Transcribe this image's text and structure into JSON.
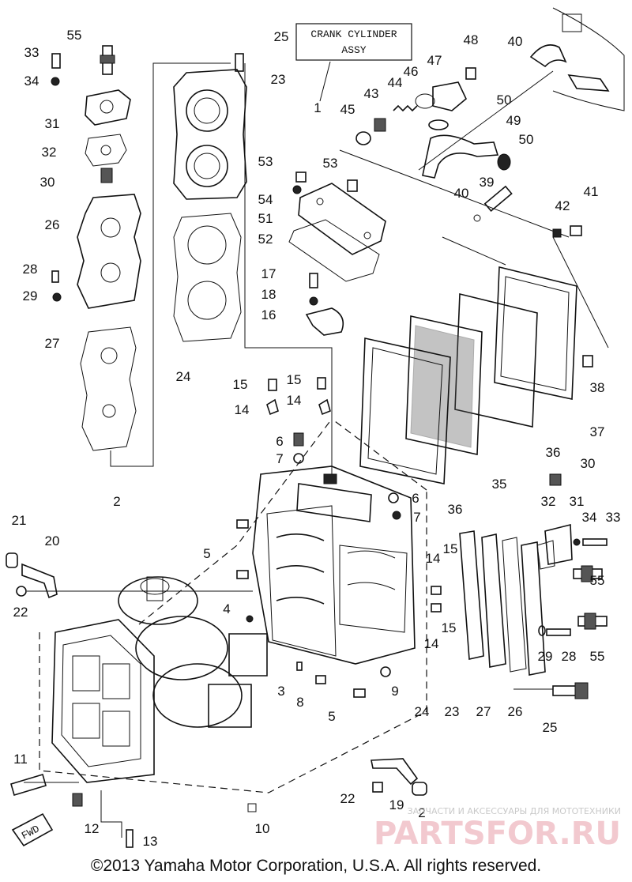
{
  "title_box": {
    "line1": "CRANK CYLINDER",
    "line2": "ASSY"
  },
  "fwd_label": "FWD",
  "watermark": {
    "tagline": "ЗАПЧАСТИ И АКСЕССУАРЫ ДЛЯ МОТОТЕХНИКИ",
    "brand": "PARTSFOR.RU"
  },
  "copyright": "©2013 Yamaha Motor Corporation, U.S.A. All rights reserved.",
  "callouts": [
    {
      "n": "33"
    },
    {
      "n": "55"
    },
    {
      "n": "25"
    },
    {
      "n": "23"
    },
    {
      "n": "34"
    },
    {
      "n": "31"
    },
    {
      "n": "32"
    },
    {
      "n": "30"
    },
    {
      "n": "26"
    },
    {
      "n": "28"
    },
    {
      "n": "29"
    },
    {
      "n": "27"
    },
    {
      "n": "24"
    },
    {
      "n": "1"
    },
    {
      "n": "48"
    },
    {
      "n": "40"
    },
    {
      "n": "47"
    },
    {
      "n": "46"
    },
    {
      "n": "44"
    },
    {
      "n": "43"
    },
    {
      "n": "45"
    },
    {
      "n": "50"
    },
    {
      "n": "49"
    },
    {
      "n": "50"
    },
    {
      "n": "53"
    },
    {
      "n": "53"
    },
    {
      "n": "54"
    },
    {
      "n": "51"
    },
    {
      "n": "52"
    },
    {
      "n": "40"
    },
    {
      "n": "39"
    },
    {
      "n": "42"
    },
    {
      "n": "41"
    },
    {
      "n": "17"
    },
    {
      "n": "18"
    },
    {
      "n": "16"
    },
    {
      "n": "15"
    },
    {
      "n": "15"
    },
    {
      "n": "14"
    },
    {
      "n": "14"
    },
    {
      "n": "6"
    },
    {
      "n": "7"
    },
    {
      "n": "38"
    },
    {
      "n": "37"
    },
    {
      "n": "36"
    },
    {
      "n": "35"
    },
    {
      "n": "30"
    },
    {
      "n": "36"
    },
    {
      "n": "2"
    },
    {
      "n": "6"
    },
    {
      "n": "7"
    },
    {
      "n": "32"
    },
    {
      "n": "31"
    },
    {
      "n": "34"
    },
    {
      "n": "33"
    },
    {
      "n": "21"
    },
    {
      "n": "20"
    },
    {
      "n": "5"
    },
    {
      "n": "15"
    },
    {
      "n": "14"
    },
    {
      "n": "55"
    },
    {
      "n": "22"
    },
    {
      "n": "4"
    },
    {
      "n": "15"
    },
    {
      "n": "14"
    },
    {
      "n": "29"
    },
    {
      "n": "28"
    },
    {
      "n": "55"
    },
    {
      "n": "3"
    },
    {
      "n": "8"
    },
    {
      "n": "9"
    },
    {
      "n": "24"
    },
    {
      "n": "23"
    },
    {
      "n": "27"
    },
    {
      "n": "26"
    },
    {
      "n": "5"
    },
    {
      "n": "25"
    },
    {
      "n": "11"
    },
    {
      "n": "22"
    },
    {
      "n": "19"
    },
    {
      "n": "2"
    },
    {
      "n": "12"
    },
    {
      "n": "10"
    },
    {
      "n": "13"
    }
  ]
}
